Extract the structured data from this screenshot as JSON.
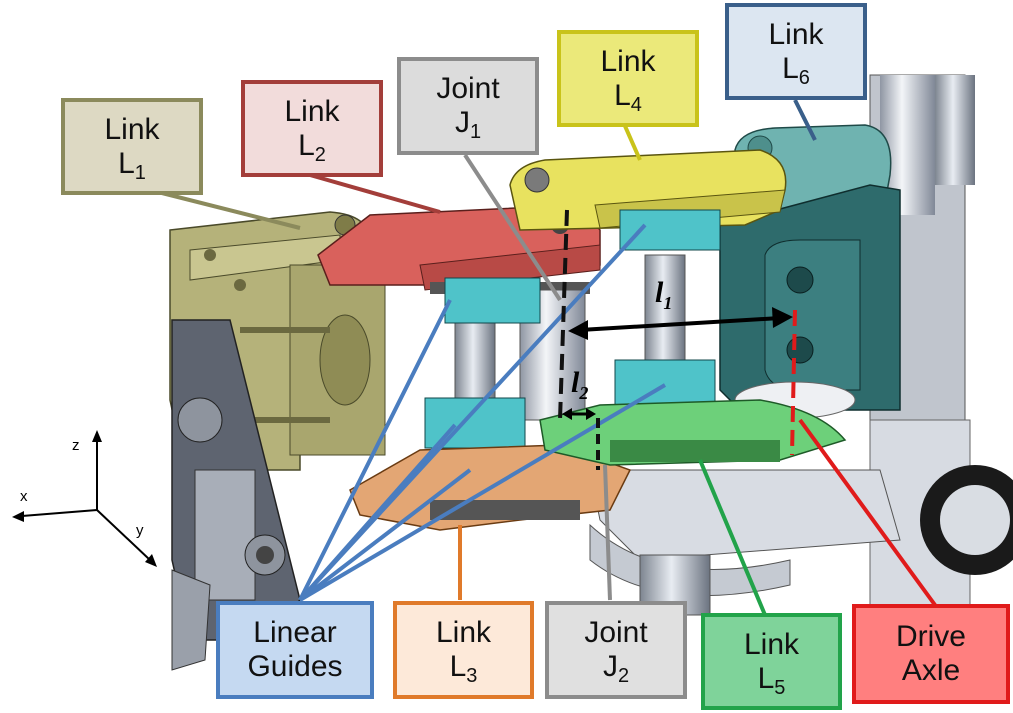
{
  "labels": {
    "link_l1": {
      "word": "Link",
      "sym": "L",
      "sub": "1",
      "border": "#8b8a5c",
      "fill": "#ddd9c3"
    },
    "link_l2": {
      "word": "Link",
      "sym": "L",
      "sub": "2",
      "border": "#a33e3a",
      "fill": "#f2dcdb"
    },
    "joint_j1": {
      "word": "Joint",
      "sym": "J",
      "sub": "1",
      "border": "#8c8c8c",
      "fill": "#dcdcdc"
    },
    "link_l4": {
      "word": "Link",
      "sym": "L",
      "sub": "4",
      "border": "#c9c31a",
      "fill": "#ebe97a"
    },
    "link_l6": {
      "word": "Link",
      "sym": "L",
      "sub": "6",
      "border": "#3a5f8a",
      "fill": "#dce6f1"
    },
    "linear_guides": {
      "line1": "Linear",
      "line2": "Guides",
      "border": "#4a7dbf",
      "fill": "#c5d9f1"
    },
    "link_l3": {
      "word": "Link",
      "sym": "L",
      "sub": "3",
      "border": "#e07a2a",
      "fill": "#fde9d9"
    },
    "joint_j2": {
      "word": "Joint",
      "sym": "J",
      "sub": "2",
      "border": "#8c8c8c",
      "fill": "#e0e0e0"
    },
    "link_l5": {
      "word": "Link",
      "sym": "L",
      "sub": "5",
      "border": "#22a34a",
      "fill": "#7fd39a"
    },
    "drive_axle": {
      "line1": "Drive",
      "line2": "Axle",
      "border": "#e01b1b",
      "fill": "#ff7f7f"
    }
  },
  "dimensions": {
    "l1": {
      "sym": "l",
      "sub": "1"
    },
    "l2": {
      "sym": "l",
      "sub": "2"
    }
  },
  "axes": {
    "x": "x",
    "y": "y",
    "z": "z"
  },
  "colors": {
    "l1_part": "#9c9a5c",
    "l2_part": "#d95550",
    "l4_part": "#e2dc5c",
    "l6_part": "#6fb3b0",
    "guide_part": "#4fc3c9",
    "l3_part": "#e0a070",
    "l5_part": "#6dd07a",
    "frame": "#2e6b6c",
    "grey_part": "#9aa0a8"
  }
}
